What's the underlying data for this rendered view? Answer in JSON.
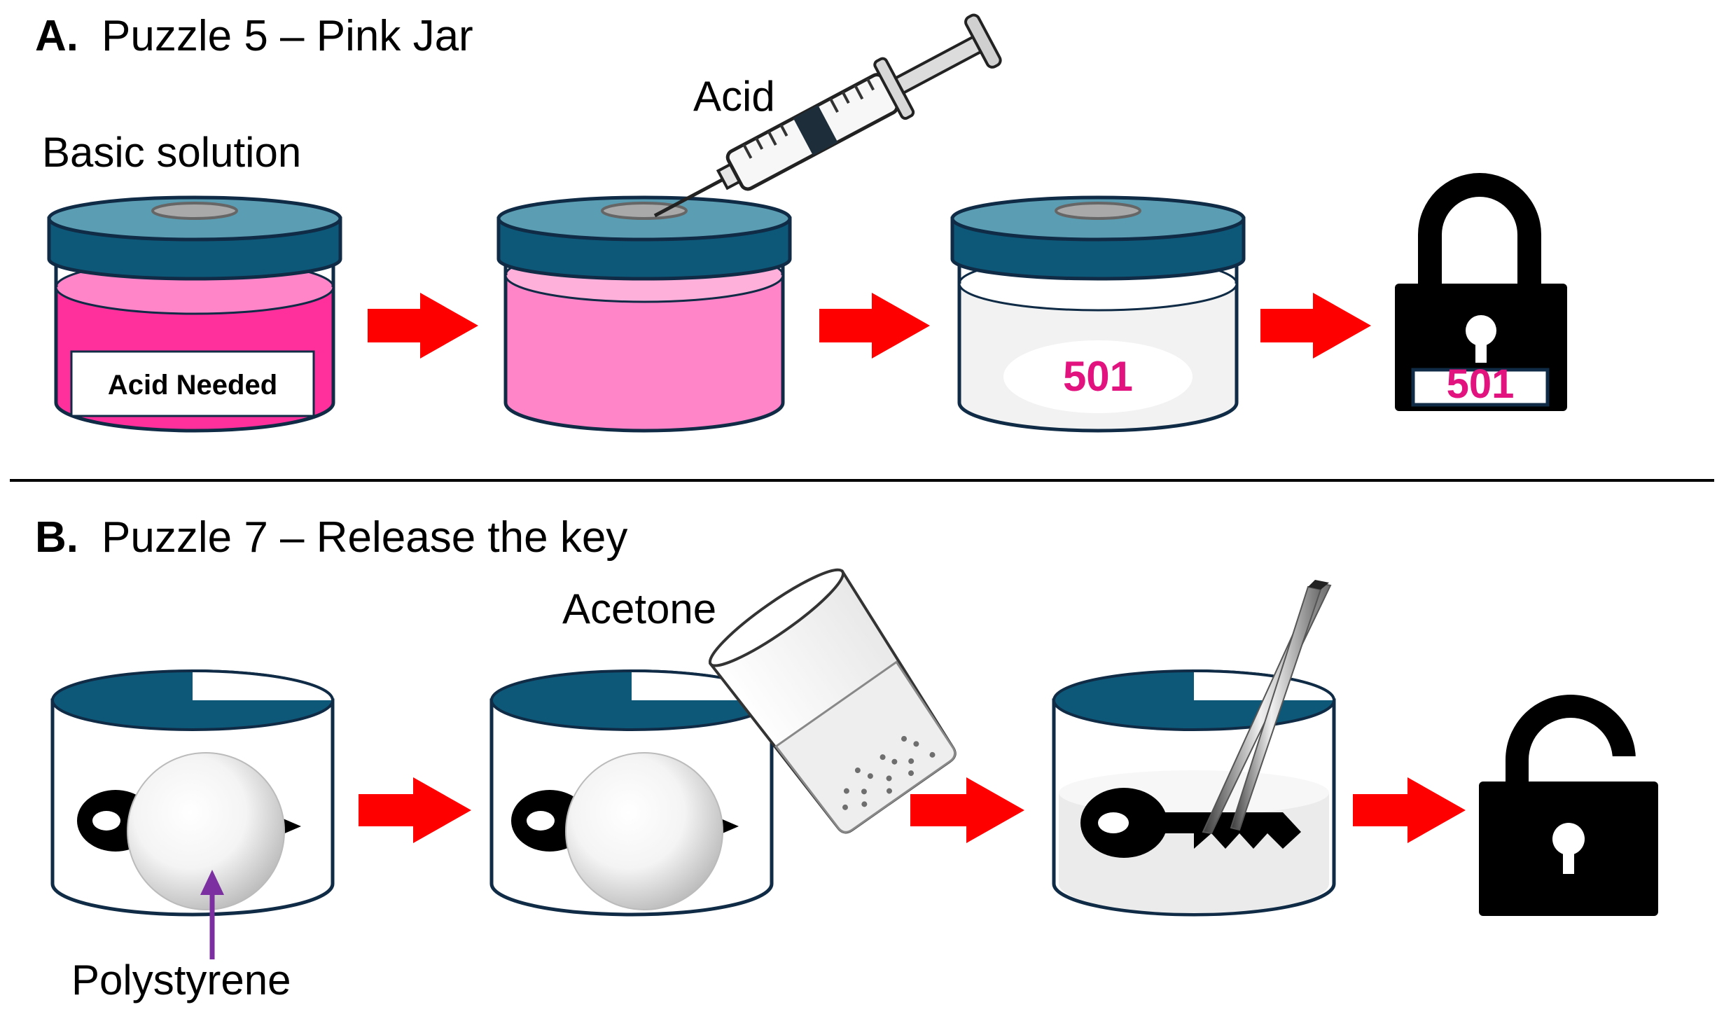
{
  "panel_a": {
    "letter": "A.",
    "title": "Puzzle 5 – Pink Jar",
    "basic_solution_label": "Basic solution",
    "acid_label": "Acid",
    "jar1_label": "Acid Needed",
    "jar3_code": "501",
    "lock_code": "501"
  },
  "panel_b": {
    "letter": "B.",
    "title": "Puzzle 7 – Release the key",
    "acetone_label": "Acetone",
    "polystyrene_label": "Polystyrene"
  },
  "colors": {
    "lid": "#5b9eb3",
    "lid_top": "#0d5878",
    "outline": "#0f2b45",
    "hot_pink": "#ff2f9c",
    "pink": "#ff84c8",
    "pink_surface": "#ffb0da",
    "code_pink": "#e2137f",
    "arrow_red": "#ff0000",
    "purple_arrow": "#7b2fa0",
    "black": "#000000"
  },
  "icons": [
    "syringe-icon",
    "padlock-locked-icon",
    "padlock-open-icon",
    "beaker-icon",
    "tweezers-icon",
    "key-icon",
    "arrow-right-icon"
  ]
}
